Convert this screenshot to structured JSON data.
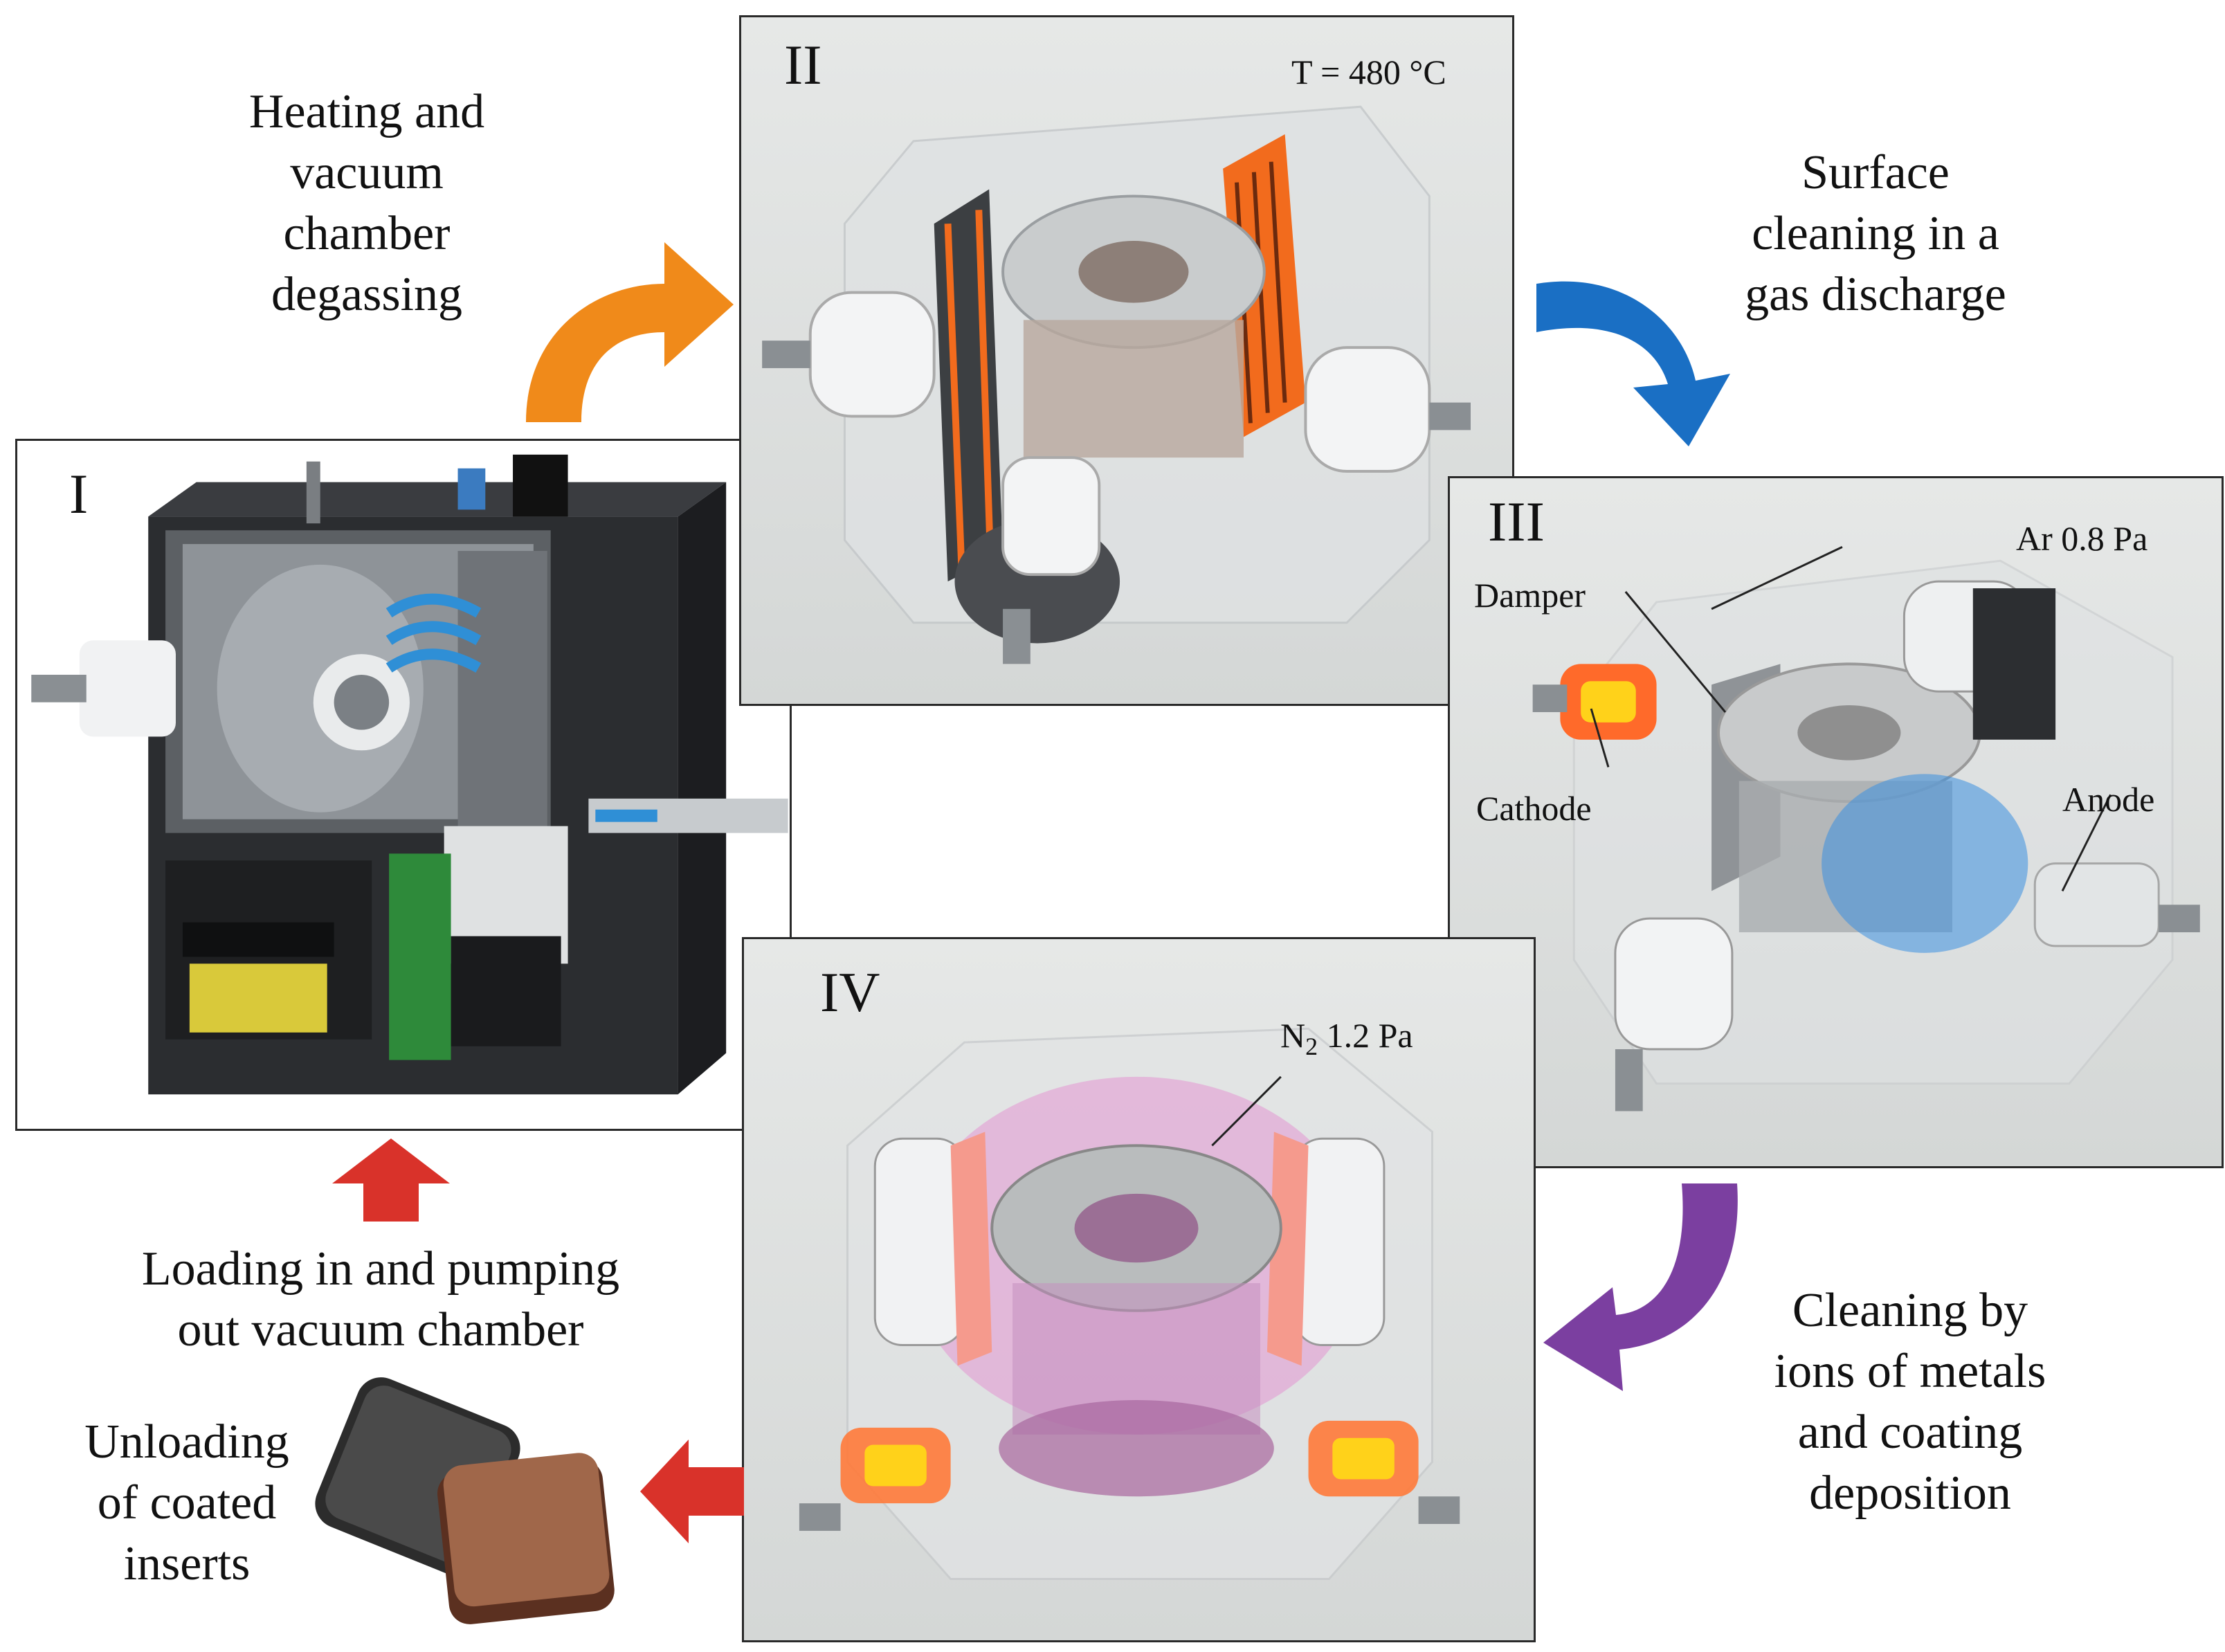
{
  "stages": {
    "I": {
      "numeral": "I"
    },
    "II": {
      "numeral": "II",
      "temperature": "T = 480 °C"
    },
    "III": {
      "numeral": "III",
      "gas": "Ar 0.8 Pa",
      "damper": "Damper",
      "cathode": "Cathode",
      "anode": "Anode"
    },
    "IV": {
      "numeral": "IV",
      "gas_symbol": "N",
      "gas_subscript": "2",
      "gas_pressure": " 1.2 Pa"
    }
  },
  "captions": {
    "heating": [
      "Heating and",
      "vacuum",
      "chamber",
      "degassing"
    ],
    "surface": [
      "Surface",
      "cleaning in a",
      "gas discharge"
    ],
    "cleaning": [
      "Cleaning by",
      "ions of metals",
      "and coating",
      "deposition"
    ],
    "loading": [
      "Loading in and pumping",
      "out vacuum chamber"
    ],
    "unloading": [
      "Unloading",
      "of coated",
      "inserts"
    ]
  },
  "colors": {
    "arrow_heating": "#f08a1a",
    "arrow_surface": "#1a6fc4",
    "arrow_cleaning": "#7b3fa0",
    "arrow_loading": "#d9322a",
    "arrow_unloading": "#d9322a",
    "heater_glow": "#f26b1d",
    "plasma_blue": "#3a8fe0",
    "plasma_pink": "#e46ac9",
    "cathode_glow": "#ffd21a"
  }
}
